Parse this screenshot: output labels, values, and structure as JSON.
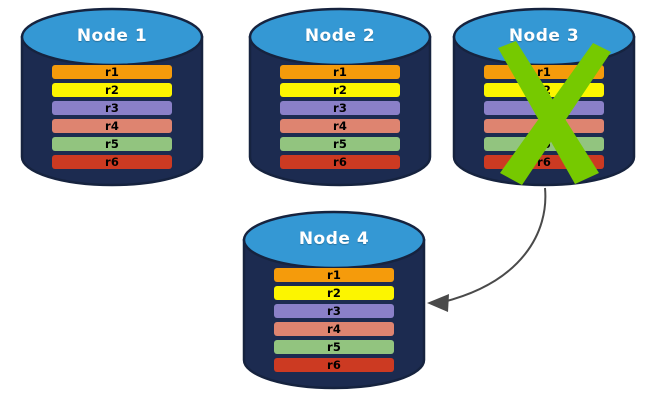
{
  "diagram": {
    "title_hidden": "",
    "colors": {
      "cylinder_top": "#3498D4",
      "cylinder_top_dark": "#2A7FB5",
      "cylinder_body": "#1C2B50",
      "cylinder_outline": "#16233F",
      "x_mark": "#76C900",
      "arrow": "#4A4A4A",
      "background": "#FFFFFF",
      "row_r1": "#F59B0B",
      "row_r2": "#FCF500",
      "row_r3": "#8A80C8",
      "row_r4": "#DE8470",
      "row_r5": "#92C47F",
      "row_r6": "#CC3A22",
      "row_label": "#000000",
      "node_label": "#FFFFFF"
    },
    "rows_legend": [
      "r1",
      "r2",
      "r3",
      "r4",
      "r5",
      "r6"
    ],
    "nodes": [
      {
        "id": "node-1",
        "label": "Node  1",
        "failed": false,
        "rows": [
          {
            "label": "r1",
            "color": "#F59B0B"
          },
          {
            "label": "r2",
            "color": "#FCF500"
          },
          {
            "label": "r3",
            "color": "#8A80C8"
          },
          {
            "label": "r4",
            "color": "#DE8470"
          },
          {
            "label": "r5",
            "color": "#92C47F"
          },
          {
            "label": "r6",
            "color": "#CC3A22"
          }
        ]
      },
      {
        "id": "node-2",
        "label": "Node  2",
        "failed": false,
        "rows": [
          {
            "label": "r1",
            "color": "#F59B0B"
          },
          {
            "label": "r2",
            "color": "#FCF500"
          },
          {
            "label": "r3",
            "color": "#8A80C8"
          },
          {
            "label": "r4",
            "color": "#DE8470"
          },
          {
            "label": "r5",
            "color": "#92C47F"
          },
          {
            "label": "r6",
            "color": "#CC3A22"
          }
        ]
      },
      {
        "id": "node-3",
        "label": "Node  3",
        "failed": true,
        "rows": [
          {
            "label": "r1",
            "color": "#F59B0B"
          },
          {
            "label": "r2",
            "color": "#FCF500"
          },
          {
            "label": "r3",
            "color": "#8A80C8"
          },
          {
            "label": "r4",
            "color": "#DE8470"
          },
          {
            "label": "r5",
            "color": "#92C47F"
          },
          {
            "label": "r6",
            "color": "#CC3A22"
          }
        ]
      },
      {
        "id": "node-4",
        "label": "Node  4",
        "failed": false,
        "rows": [
          {
            "label": "r1",
            "color": "#F59B0B"
          },
          {
            "label": "r2",
            "color": "#FCF500"
          },
          {
            "label": "r3",
            "color": "#8A80C8"
          },
          {
            "label": "r4",
            "color": "#DE8470"
          },
          {
            "label": "r5",
            "color": "#92C47F"
          },
          {
            "label": "r6",
            "color": "#CC3A22"
          }
        ]
      }
    ],
    "annotations": {
      "failure_mark": "x-mark",
      "replication_arrow": "curved-arrow-node3-to-node4"
    }
  }
}
